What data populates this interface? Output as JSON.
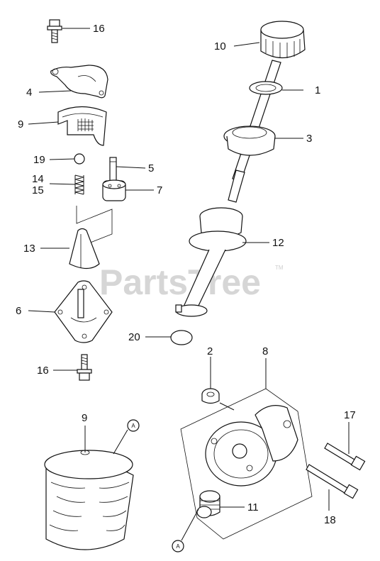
{
  "watermark": {
    "text": "PartsTree",
    "trademark": "TM"
  },
  "callouts": [
    {
      "id": "c16a",
      "text": "16"
    },
    {
      "id": "c10",
      "text": "10"
    },
    {
      "id": "c4",
      "text": "4"
    },
    {
      "id": "c1",
      "text": "1"
    },
    {
      "id": "c9a",
      "text": "9"
    },
    {
      "id": "c3",
      "text": "3"
    },
    {
      "id": "c19",
      "text": "19"
    },
    {
      "id": "c5",
      "text": "5"
    },
    {
      "id": "c14",
      "text": "14"
    },
    {
      "id": "c15",
      "text": "15"
    },
    {
      "id": "c7",
      "text": "7"
    },
    {
      "id": "c12",
      "text": "12"
    },
    {
      "id": "c13",
      "text": "13"
    },
    {
      "id": "c6",
      "text": "6"
    },
    {
      "id": "c20",
      "text": "20"
    },
    {
      "id": "c16b",
      "text": "16"
    },
    {
      "id": "c2",
      "text": "2"
    },
    {
      "id": "c8",
      "text": "8"
    },
    {
      "id": "c9b",
      "text": "9"
    },
    {
      "id": "c17",
      "text": "17"
    },
    {
      "id": "c11",
      "text": "11"
    },
    {
      "id": "c18",
      "text": "18"
    }
  ],
  "reference_markers": [
    {
      "id": "refA1",
      "text": "A"
    },
    {
      "id": "refA2",
      "text": "A"
    }
  ]
}
